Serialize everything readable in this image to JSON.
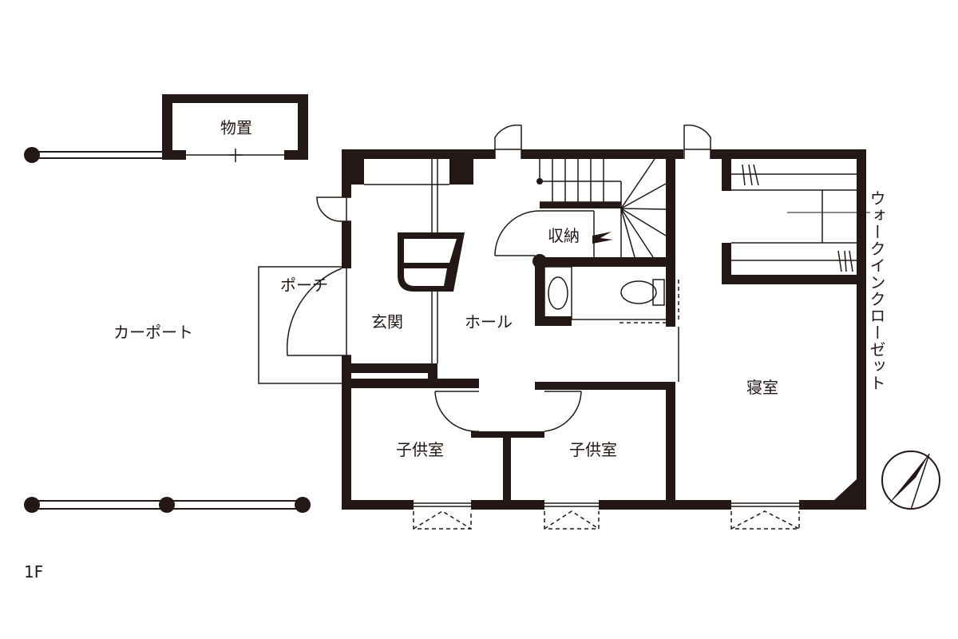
{
  "floor_label": "1F",
  "rooms": {
    "storage_shed": "物置",
    "carport": "カーポート",
    "porch": "ポーチ",
    "entrance": "玄関",
    "hall": "ホール",
    "storage_closet": "収納",
    "bedroom": "寝室",
    "kids_room_1": "子供室",
    "kids_room_2": "子供室",
    "walk_in_closet": "ウォークインクローゼット"
  },
  "colors": {
    "wall": "#231815",
    "background": "#ffffff"
  },
  "icons": [
    "north-arrow-icon",
    "toilet-icon",
    "bathtub-icon",
    "stairs-icon"
  ]
}
